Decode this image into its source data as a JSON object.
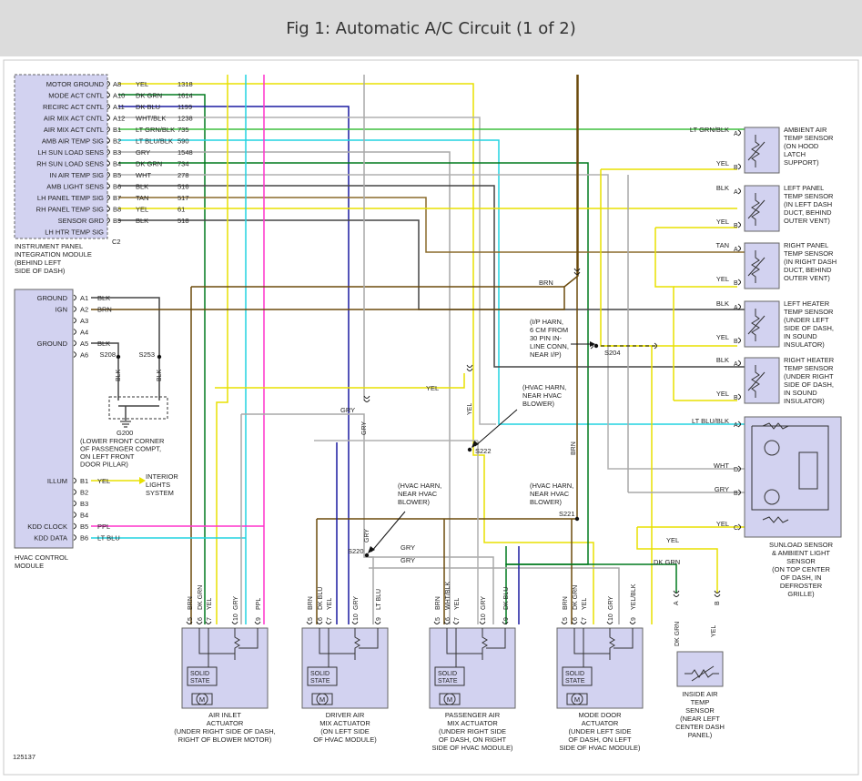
{
  "title": "Fig 1: Automatic A/C Circuit (1 of 2)",
  "figure_number": "125137",
  "colors": {
    "yellow": "#e8e000",
    "dk_green": "#007a1f",
    "dk_blue": "#1a1aa0",
    "white": "#b0b0b0",
    "lt_green": "#3fbf3f",
    "lt_blue": "#22d3e0",
    "gray": "#a8a8a8",
    "black": "#444444",
    "tan": "#8a6a2a",
    "brown": "#6b4a0c",
    "pink": "#ff33cc",
    "box": "#d2d2f0"
  },
  "ipim": {
    "label_lines": [
      "INSTRUMENT PANEL",
      "INTEGRATION MODULE",
      "(BEHIND LEFT",
      "SIDE OF DASH)"
    ],
    "connector": "C2",
    "pins": [
      {
        "signal": "MOTOR GROUND",
        "pin": "A8",
        "wire": "YEL",
        "circuit": "1318"
      },
      {
        "signal": "MODE ACT CNTL",
        "pin": "A10",
        "wire": "DK GRN",
        "circuit": "1614"
      },
      {
        "signal": "RECIRC ACT CNTL",
        "pin": "A11",
        "wire": "DK BLU",
        "circuit": "1199"
      },
      {
        "signal": "AIR MIX ACT CNTL",
        "pin": "A12",
        "wire": "WHT/BLK",
        "circuit": "1238"
      },
      {
        "signal": "AIR MIX ACT CNTL",
        "pin": "B1",
        "wire": "LT GRN/BLK",
        "circuit": "735"
      },
      {
        "signal": "AMB AIR TEMP SIG",
        "pin": "B2",
        "wire": "LT BLU/BLK",
        "circuit": "590"
      },
      {
        "signal": "LH SUN LOAD SENS",
        "pin": "B3",
        "wire": "GRY",
        "circuit": "1548"
      },
      {
        "signal": "RH SUN LOAD SENS",
        "pin": "B4",
        "wire": "DK GRN",
        "circuit": "734"
      },
      {
        "signal": "IN AIR TEMP SIG",
        "pin": "B5",
        "wire": "WHT",
        "circuit": "278"
      },
      {
        "signal": "AMB LIGHT SENS",
        "pin": "B6",
        "wire": "BLK",
        "circuit": "516"
      },
      {
        "signal": "LH PANEL TEMP SIG",
        "pin": "B7",
        "wire": "TAN",
        "circuit": "517"
      },
      {
        "signal": "RH PANEL TEMP SIG",
        "pin": "B8",
        "wire": "YEL",
        "circuit": "61"
      },
      {
        "signal": "SENSOR GRD",
        "pin": "B9",
        "wire": "BLK",
        "circuit": "518"
      },
      {
        "signal": "LH HTR TEMP SIG",
        "pin": "",
        "wire": "",
        "circuit": ""
      }
    ]
  },
  "hvac": {
    "label_lines": [
      "HVAC CONTROL",
      "MODULE"
    ],
    "top_pins": [
      {
        "signal": "GROUND",
        "pin": "A1",
        "wire": "BLK"
      },
      {
        "signal": "IGN",
        "pin": "A2",
        "wire": "BRN"
      },
      {
        "signal": "",
        "pin": "A3",
        "wire": ""
      },
      {
        "signal": "",
        "pin": "A4",
        "wire": ""
      },
      {
        "signal": "GROUND",
        "pin": "A5",
        "wire": "BLK"
      },
      {
        "signal": "",
        "pin": "A6",
        "wire": ""
      }
    ],
    "bottom_pins": [
      {
        "signal": "ILLUM",
        "pin": "B1",
        "wire": "YEL"
      },
      {
        "signal": "",
        "pin": "B2",
        "wire": ""
      },
      {
        "signal": "",
        "pin": "B3",
        "wire": ""
      },
      {
        "signal": "",
        "pin": "B4",
        "wire": ""
      },
      {
        "signal": "KDD CLOCK",
        "pin": "B5",
        "wire": "PPL"
      },
      {
        "signal": "KDD DATA",
        "pin": "B6",
        "wire": "LT BLU"
      }
    ],
    "interior_lines": [
      "INTERIOR",
      "LIGHTS",
      "SYSTEM"
    ]
  },
  "ground": {
    "s208": "S208",
    "s253": "S253",
    "blk": "BLK",
    "g200": "G200",
    "label_lines": [
      "(LOWER FRONT CORNER",
      "OF PASSENGER COMPT,",
      "ON LEFT FRONT",
      "DOOR PILLAR)"
    ]
  },
  "sensors": [
    {
      "wire_a": "LT GRN/BLK",
      "wire_b": "YEL",
      "label_lines": [
        "AMBIENT AIR",
        "TEMP SENSOR",
        "(ON HOOD",
        "LATCH",
        "SUPPORT)"
      ]
    },
    {
      "wire_a": "BLK",
      "wire_b": "YEL",
      "label_lines": [
        "LEFT PANEL",
        "TEMP SENSOR",
        "(IN LEFT DASH",
        "DUCT, BEHIND",
        "OUTER VENT)"
      ]
    },
    {
      "wire_a": "TAN",
      "wire_b": "YEL",
      "label_lines": [
        "RIGHT PANEL",
        "TEMP SENSOR",
        "(IN RIGHT DASH",
        "DUCT, BEHIND",
        "OUTER VENT)"
      ]
    },
    {
      "wire_a": "BLK",
      "wire_b": "YEL",
      "label_lines": [
        "LEFT HEATER",
        "TEMP SENSOR",
        "(UNDER LEFT",
        "SIDE OF DASH,",
        "IN SOUND",
        "INSULATOR)"
      ]
    },
    {
      "wire_a": "BLK",
      "wire_b": "YEL",
      "label_lines": [
        "RIGHT HEATER",
        "TEMP SENSOR",
        "(UNDER RIGHT",
        "SIDE OF DASH,",
        "IN SOUND",
        "INSULATOR)"
      ]
    }
  ],
  "sunload": {
    "pins": [
      {
        "wire": "LT BLU/BLK",
        "pin": "A"
      },
      {
        "wire": "WHT",
        "pin": "D"
      },
      {
        "wire": "GRY",
        "pin": "B"
      },
      {
        "wire": "YEL",
        "pin": "C"
      }
    ],
    "label_lines": [
      "SUNLOAD SENSOR",
      "& AMBIENT LIGHT",
      "SENSOR",
      "(ON TOP CENTER",
      "OF DASH, IN",
      "DEFROSTER",
      "GRILLE)"
    ]
  },
  "splices": {
    "s204": "S204",
    "s204_lines": [
      "(I/P HARN,",
      "6 CM FROM",
      "30 PIN IN-",
      "LINE CONN,",
      "NEAR I/P)"
    ],
    "s222": "S222",
    "s222_lines": [
      "(HVAC HARN,",
      "NEAR HVAC",
      "BLOWER)"
    ],
    "s220": "S220",
    "s220_lines": [
      "(HVAC HARN,",
      "NEAR HVAC",
      "BLOWER)"
    ],
    "s221": "S221",
    "s221_lines": [
      "(HVAC HARN,",
      "NEAR HVAC",
      "BLOWER)"
    ]
  },
  "wire_labels": {
    "brn": "BRN",
    "yel": "YEL",
    "gry": "GRY",
    "dk_grn": "DK GRN",
    "yel_blk": "YEL/BLK"
  },
  "actuators": [
    {
      "pins": [
        "5",
        "6",
        "7",
        "10",
        "9"
      ],
      "wires": [
        "BRN",
        "DK GRN",
        "YEL",
        "GRY",
        "PPL"
      ],
      "solid_lines": [
        "SOLID",
        "STATE"
      ],
      "motor": "M",
      "label_lines": [
        "AIR INLET",
        "ACTUATOR",
        "(UNDER RIGHT SIDE OF DASH,",
        "RIGHT OF BLOWER MOTOR)"
      ]
    },
    {
      "pins": [
        "5",
        "6",
        "7",
        "10",
        "9"
      ],
      "wires": [
        "BRN",
        "DK BLU",
        "YEL",
        "GRY",
        "LT BLU"
      ],
      "solid_lines": [
        "SOLID",
        "STATE"
      ],
      "motor": "M",
      "label_lines": [
        "DRIVER AIR",
        "MIX ACTUATOR",
        "(ON LEFT SIDE",
        "OF HVAC MODULE)"
      ]
    },
    {
      "pins": [
        "5",
        "6",
        "7",
        "10",
        "9"
      ],
      "wires": [
        "BRN",
        "WHT/BLK",
        "YEL",
        "GRY",
        "DK BLU"
      ],
      "solid_lines": [
        "SOLID",
        "STATE"
      ],
      "motor": "M",
      "label_lines": [
        "PASSENGER AIR",
        "MIX ACTUATOR",
        "(UNDER RIGHT SIDE",
        "OF DASH, ON RIGHT",
        "SIDE OF HVAC MODULE)"
      ]
    },
    {
      "pins": [
        "5",
        "6",
        "7",
        "10",
        "9"
      ],
      "wires": [
        "BRN",
        "DK GRN",
        "YEL",
        "GRY",
        "YEL/BLK"
      ],
      "solid_lines": [
        "SOLID",
        "STATE"
      ],
      "motor": "M",
      "label_lines": [
        "MODE DOOR",
        "ACTUATOR",
        "(UNDER LEFT SIDE",
        "OF DASH, ON LEFT",
        "SIDE OF HVAC MODULE)"
      ]
    }
  ],
  "inside_sensor": {
    "wire_a": "DK GRN",
    "pin_a": "A",
    "wire_b": "YEL",
    "pin_b": "B",
    "label_lines": [
      "INSIDE AIR",
      "TEMP",
      "SENSOR",
      "(NEAR LEFT",
      "CENTER DASH",
      "PANEL)"
    ]
  }
}
